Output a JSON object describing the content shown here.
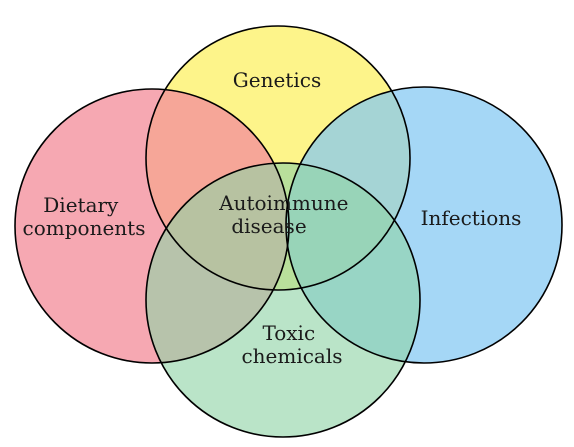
{
  "diagram": {
    "sets": [
      {
        "id": "genetics",
        "lines": [
          "Genetics"
        ],
        "color": "#fdf48a"
      },
      {
        "id": "dietary",
        "lines": [
          "Dietary",
          "components"
        ],
        "color": "#f38f9c"
      },
      {
        "id": "infections",
        "lines": [
          "Infections"
        ],
        "color": "#82c8f2"
      },
      {
        "id": "toxic",
        "lines": [
          "Toxic",
          "chemicals"
        ],
        "color": "#8fd3a7"
      }
    ],
    "center": {
      "lines": [
        "Autoimmune",
        "disease"
      ]
    }
  }
}
